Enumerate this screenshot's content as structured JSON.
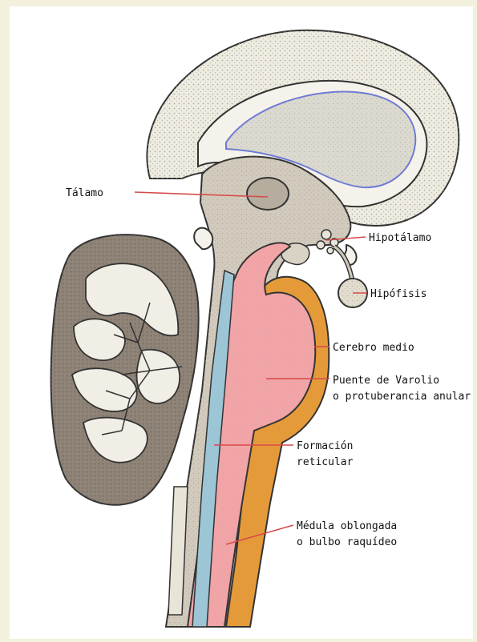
{
  "colors": {
    "page_background": "#f3f1dc",
    "panel": "#ffffff",
    "cortex": "#eeebe0",
    "gray_matter": "#d2cbbd",
    "cerebellum_outer": "#8f8477",
    "cerebellum_inner": "#f1eee6",
    "ventricle": "#c9ccee",
    "pons_pink": "#f2a4a7",
    "orange": "#e59a3a",
    "blue": "#9cc5d6",
    "leader_line": "#d64a4a"
  },
  "labels": {
    "talamo": "Tálamo",
    "hipotalamo": "Hipotálamo",
    "hipofisis": "Hipófisis",
    "cerebro_medio": "Cerebro medio",
    "puente_line1": "Puente de Varolio",
    "puente_line2": "o protuberancia anular",
    "formacion_line1": "Formación",
    "formacion_line2": "reticular",
    "medula_line1": "Médula oblongada",
    "medula_line2": "o bulbo raquídeo"
  }
}
